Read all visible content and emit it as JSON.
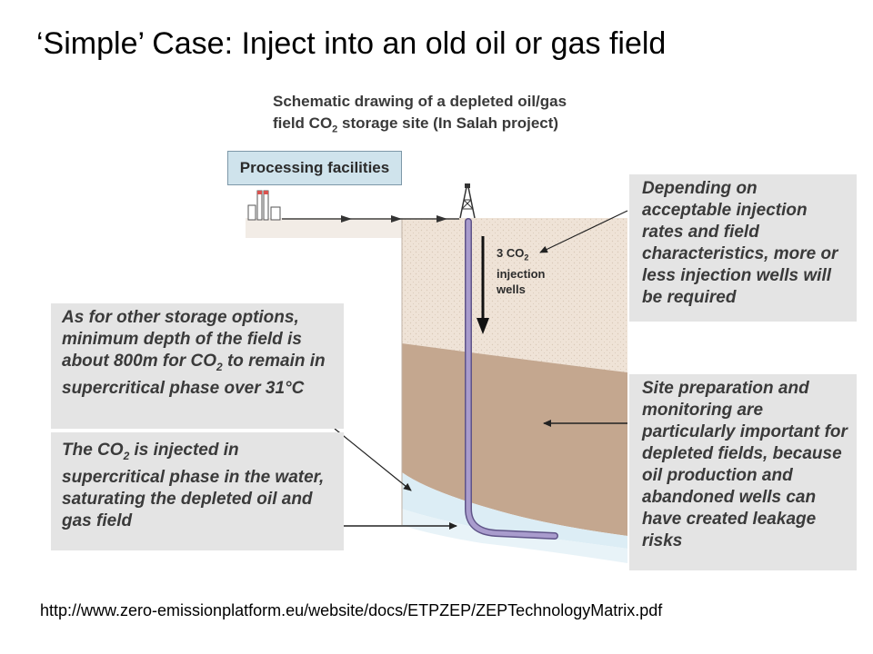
{
  "slide": {
    "title": "‘Simple’ Case: Inject into an old oil or gas field",
    "source_url": "http://www.zero-emissionplatform.eu/website/docs/ETPZEP/ZEPTechnologyMatrix.pdf"
  },
  "schematic": {
    "title_line1": "Schematic drawing of a depleted oil/gas",
    "title_line2_a": "field CO",
    "title_line2_sub": "2",
    "title_line2_b": " storage site (In Salah project)",
    "processing_box": "Processing facilities",
    "well_label_a": "3 CO",
    "well_label_sub": "2",
    "well_label_b": "injection wells"
  },
  "callouts": {
    "injection_rates": "Depending on acceptable injection rates and field characteristics, more or less injection wells will be required",
    "min_depth_a": "As for other storage options, minimum depth of the field is about 800m for CO",
    "min_depth_sub": "2",
    "min_depth_b": " to remain in supercritical phase over 31°C",
    "supercritical_a": "The CO",
    "supercritical_sub": "2",
    "supercritical_b": " is injected in supercritical phase in the water, saturating the depleted oil and gas field",
    "site_prep": "Site preparation and monitoring are particularly important for depleted fields, because oil production and abandoned wells can have created leakage risks"
  },
  "colors": {
    "surface_layer": "#f2ece6",
    "upper_rock": "#efe3d7",
    "reservoir_rock": "#c4a78f",
    "water_zone": "#dcedf5",
    "well_pipe": "#8e7fb2",
    "processing_box": "#cfe3ec",
    "callout_bg": "#e4e4e4"
  }
}
